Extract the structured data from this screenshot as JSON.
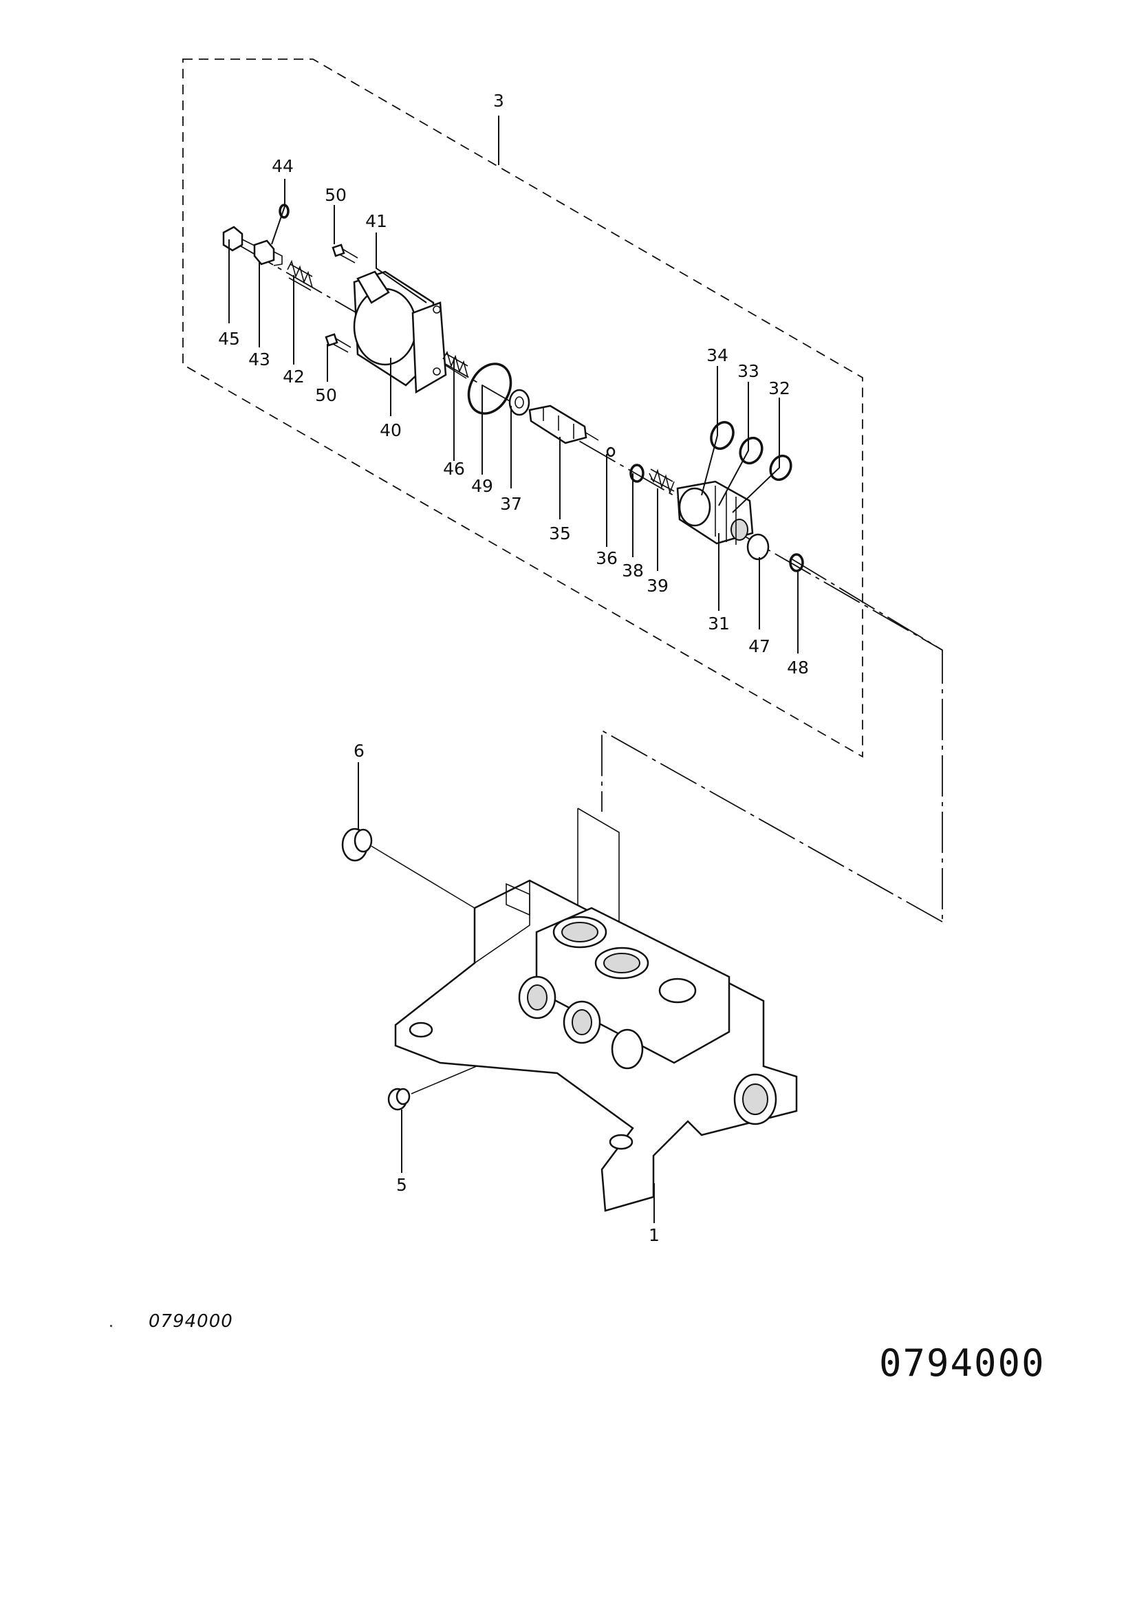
{
  "document": {
    "ref_small": "0794000",
    "ref_large": "0794000"
  },
  "callouts": [
    {
      "id": "c3",
      "text": "3"
    },
    {
      "id": "c44",
      "text": "44"
    },
    {
      "id": "c50a",
      "text": "50"
    },
    {
      "id": "c41",
      "text": "41"
    },
    {
      "id": "c45",
      "text": "45"
    },
    {
      "id": "c43",
      "text": "43"
    },
    {
      "id": "c42",
      "text": "42"
    },
    {
      "id": "c50b",
      "text": "50"
    },
    {
      "id": "c40",
      "text": "40"
    },
    {
      "id": "c46",
      "text": "46"
    },
    {
      "id": "c49",
      "text": "49"
    },
    {
      "id": "c37",
      "text": "37"
    },
    {
      "id": "c35",
      "text": "35"
    },
    {
      "id": "c36",
      "text": "36"
    },
    {
      "id": "c38",
      "text": "38"
    },
    {
      "id": "c39",
      "text": "39"
    },
    {
      "id": "c34",
      "text": "34"
    },
    {
      "id": "c33",
      "text": "33"
    },
    {
      "id": "c32",
      "text": "32"
    },
    {
      "id": "c31",
      "text": "31"
    },
    {
      "id": "c47",
      "text": "47"
    },
    {
      "id": "c48",
      "text": "48"
    },
    {
      "id": "c6",
      "text": "6"
    },
    {
      "id": "c5",
      "text": "5"
    },
    {
      "id": "c1",
      "text": "1"
    }
  ]
}
